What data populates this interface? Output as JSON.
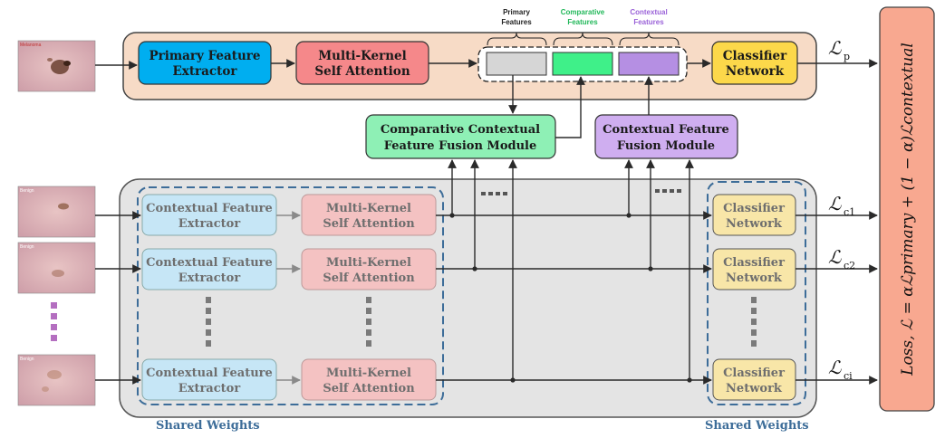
{
  "inputs": {
    "primary_image_label": "Melanoma",
    "context_image_labels": [
      "Benign",
      "Benign",
      "Benign"
    ]
  },
  "primary": {
    "feature_extractor": [
      "Primary Feature",
      "Extractor"
    ],
    "attention": [
      "Multi-Kernel",
      "Self Attention"
    ],
    "classifier": [
      "Classifier",
      "Network"
    ]
  },
  "feature_groups": {
    "primary": [
      "Primary",
      "Features"
    ],
    "comparative": [
      "Comparative",
      "Features"
    ],
    "contextual": [
      "Contextual",
      "Features"
    ]
  },
  "fusion": {
    "comparative": [
      "Comparative Contextual",
      "Feature Fusion Module"
    ],
    "contextual": [
      "Contextual Feature",
      "Fusion Module"
    ]
  },
  "context_branch": {
    "feature_extractor": [
      "Contextual Feature",
      "Extractor"
    ],
    "attention": [
      "Multi-Kernel",
      "Self Attention"
    ],
    "classifier": [
      "Classifier",
      "Network"
    ]
  },
  "shared_weights_label": "Shared Weights",
  "losses": {
    "primary": {
      "symbol": "ℒ",
      "sub": "p"
    },
    "c1": {
      "symbol": "ℒ",
      "sub": "c1"
    },
    "c2": {
      "symbol": "ℒ",
      "sub": "c2"
    },
    "ci": {
      "symbol": "ℒ",
      "sub": "ci"
    }
  },
  "loss_formula": "Loss, ℒ = αℒprimary + (1 − α)ℒcontextual",
  "colors": {
    "primary_panel": "#f7dbc6",
    "context_panel": "#e4e4e4",
    "blue": "#00aef0",
    "red": "#f5888a",
    "yellow": "#fcd84a",
    "mint": "#8ef0b5",
    "violet": "#cfaef0",
    "loss": "#f8a890"
  }
}
